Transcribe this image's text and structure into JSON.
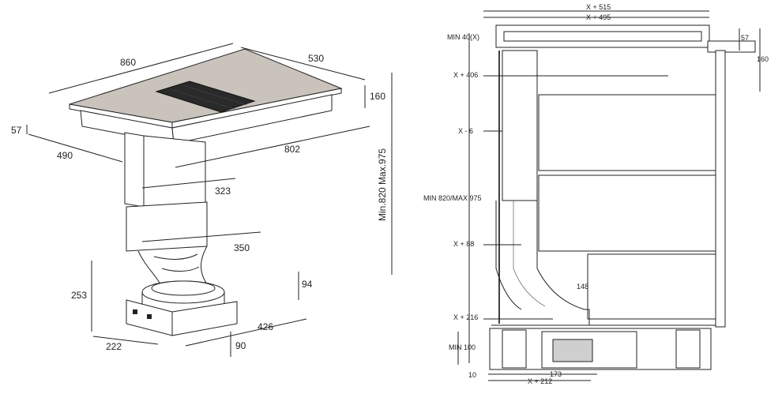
{
  "left_view": {
    "dims": {
      "width": "860",
      "depth": "530",
      "height_top": "160",
      "edge": "57",
      "depth_cut": "490",
      "width_cut": "802",
      "duct_width": "323",
      "duct_depth": "350",
      "motor_height": "253",
      "motor_side": "94",
      "motor_depth": "426",
      "motor_width": "222",
      "motor_h2": "90",
      "height_range": "Min.820  Max.975"
    }
  },
  "right_view": {
    "dims": {
      "x515": "X + 515",
      "x495": "X + 495",
      "min40": "MIN 40(X)",
      "d57": "57",
      "d160": "160",
      "x406": "X + 406",
      "xm6": "X - 6",
      "minmax": "MIN 820/MAX 975",
      "x88": "X + 88",
      "d148": "148",
      "x216": "X + 216",
      "min100": "MIN 100",
      "d10": "10",
      "d173": "173",
      "x212": "X + 212"
    }
  }
}
